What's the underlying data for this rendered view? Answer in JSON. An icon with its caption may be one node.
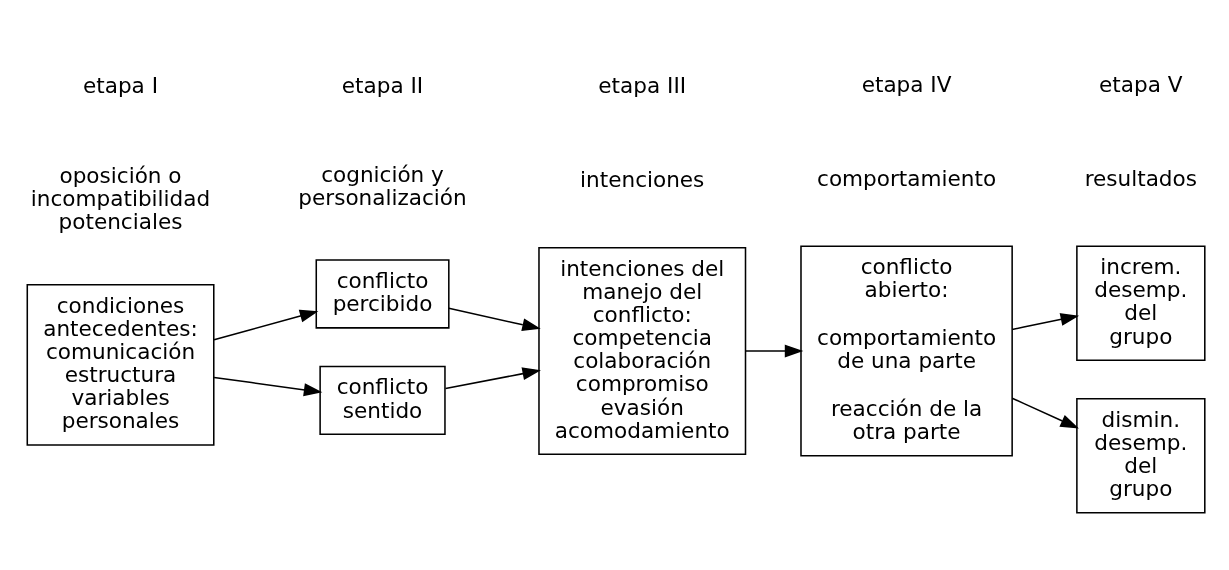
{
  "diagram": {
    "nodes": [
      {
        "text": [
          "condiciones antecedentes:",
          "comunicación estructura variables personales"
        ]
      },
      {
        "text": [
          "conflicto percibido"
        ]
      },
      {
        "text": [
          "conflicto sentido"
        ]
      },
      {
        "text": [
          "intenciones del manejo del conflicto:",
          "competencia colaboración compromiso evasión acomodamiento"
        ]
      },
      {
        "text": [
          "conflicto abierto:",
          "comportamiento de una parte",
          "reacción de la otra parte"
        ]
      },
      {
        "text": [
          "increm. desemp. del grupo"
        ]
      },
      {
        "text": [
          "dismin. desemp. del grupo"
        ]
      }
    ],
    "edges": [
      {
        "from": 0,
        "to": 1,
        "arrow": "to"
      },
      {
        "from": 0,
        "to": 2,
        "arrow": "to"
      },
      {
        "from": 1,
        "to": 3,
        "arrow": "to"
      },
      {
        "from": 2,
        "to": 3,
        "arrow": "to"
      },
      {
        "from": 3,
        "to": 4,
        "arrow": "to"
      },
      {
        "from": 4,
        "to": 5,
        "arrow": "to"
      },
      {
        "from": 4,
        "to": 6,
        "arrow": "to"
      }
    ],
    "labels": [
      "etapa I",
      "etapa II",
      "etapa III",
      "etapa IV",
      "etapa V",
      "oposición o incompatibilidad potenciales",
      "cognición y personalización",
      "intenciones",
      "comportamiento",
      "resultados"
    ]
  }
}
